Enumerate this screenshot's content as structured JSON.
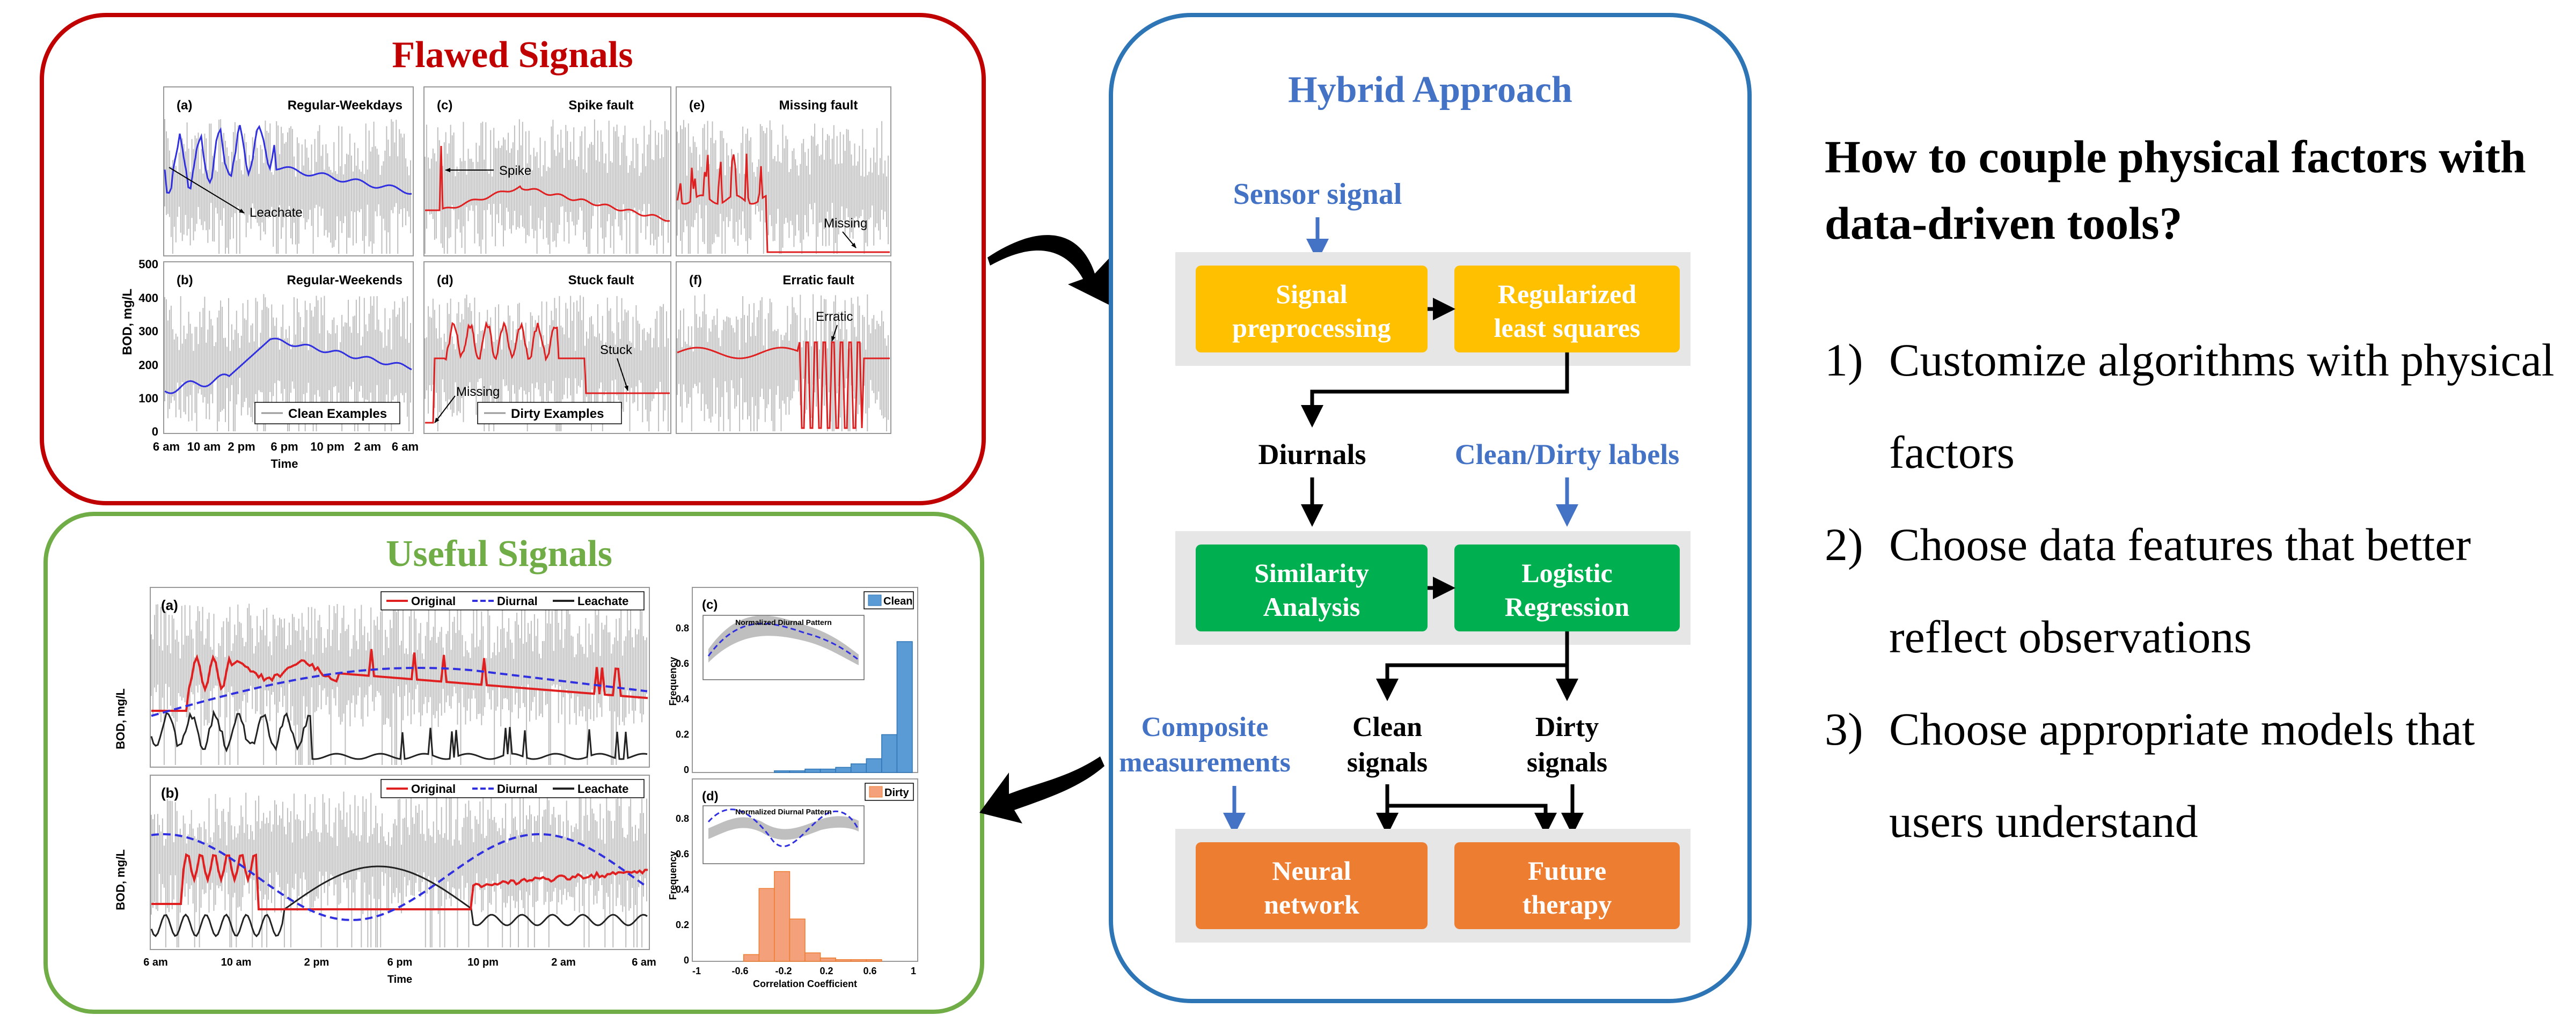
{
  "panels": {
    "flawed": {
      "title": "Flawed Signals",
      "subplots": {
        "a": {
          "tag": "(a)",
          "title": "Regular-Weekdays",
          "annotation": "Leachate"
        },
        "b": {
          "tag": "(b)",
          "title": "Regular-Weekends"
        },
        "c": {
          "tag": "(c)",
          "title": "Spike fault",
          "annotation": "Spike"
        },
        "d": {
          "tag": "(d)",
          "title": "Stuck fault",
          "annotations": [
            "Stuck",
            "Missing"
          ]
        },
        "e": {
          "tag": "(e)",
          "title": "Missing fault",
          "annotation": "Missing"
        },
        "f": {
          "tag": "(f)",
          "title": "Erratic fault",
          "annotation": "Erratic"
        }
      },
      "legend_clean": "Clean Examples",
      "legend_dirty": "Dirty Examples",
      "ylabel": "BOD, mg/L",
      "xlabel": "Time",
      "yticks": [
        "500",
        "400",
        "300",
        "200",
        "100",
        "0"
      ],
      "xticks": [
        "6 am",
        "10 am",
        "2 pm",
        "6 pm",
        "10 pm",
        "2 am",
        "6 am"
      ]
    },
    "useful": {
      "title": "Useful Signals",
      "subplot_a": {
        "tag": "(a)",
        "legend": [
          "Original",
          "Diurnal",
          "Leachate"
        ]
      },
      "subplot_b": {
        "tag": "(b)",
        "legend": [
          "Original",
          "Diurnal",
          "Leachate"
        ]
      },
      "ylabel": "BOD, mg/L",
      "xlabel": "Time",
      "xticks": [
        "6 am",
        "10 am",
        "2 pm",
        "6 pm",
        "10 pm",
        "2 am",
        "6 am"
      ],
      "hist_c": {
        "tag": "(c)",
        "legend": "Clean",
        "inset_title": "Normalized Diurnal Pattern",
        "yticks": [
          "0.8",
          "0.6",
          "0.4",
          "0.2",
          "0"
        ],
        "ylabel": "Frequency",
        "values": [
          0,
          0,
          0,
          0,
          0,
          0.01,
          0.01,
          0.02,
          0.02,
          0.03,
          0.05,
          0.08,
          0.22,
          0.76
        ]
      },
      "hist_d": {
        "tag": "(d)",
        "legend": "Dirty",
        "inset_title": "Normalized Diurnal Pattern",
        "yticks": [
          "0.8",
          "0.6",
          "0.4",
          "0.2",
          "0"
        ],
        "ylabel": "Frequency",
        "values": [
          0,
          0,
          0,
          0.04,
          0.43,
          0.53,
          0.25,
          0.05,
          0.02,
          0.01,
          0.01,
          0.01,
          0,
          0
        ],
        "xticks": [
          "-1",
          "-0.6",
          "-0.2",
          "0.2",
          "0.6",
          "1"
        ],
        "xlabel": "Correlation Coefficient"
      }
    },
    "hybrid": {
      "title": "Hybrid Approach",
      "sensor_signal": "Sensor signal",
      "signal_preprocessing": [
        "Signal",
        "preprocessing"
      ],
      "regularized_ls": [
        "Regularized",
        "least squares"
      ],
      "diurnals": "Diurnals",
      "clean_dirty_labels": "Clean/Dirty labels",
      "similarity_analysis": [
        "Similarity",
        "Analysis"
      ],
      "logistic_regression": [
        "Logistic",
        "Regression"
      ],
      "composite_measurements": [
        "Composite",
        "measurements"
      ],
      "clean_signals": [
        "Clean",
        "signals"
      ],
      "dirty_signals": [
        "Dirty",
        "signals"
      ],
      "neural_network": [
        "Neural",
        "network"
      ],
      "future_therapy": [
        "Future",
        "therapy"
      ]
    }
  },
  "question": "How to couple physical factors with data-driven tools?",
  "steps": [
    {
      "num": "1)",
      "text": "Customize algorithms with physical factors"
    },
    {
      "num": "2)",
      "text": "Choose data features that better reflect observations"
    },
    {
      "num": "3)",
      "text": "Choose appropriate models that users understand"
    }
  ],
  "colors": {
    "red_frame": "#c00000",
    "blue_frame": "#2e75b6",
    "green_frame": "#70ad47",
    "yellow_box": "#ffc000",
    "green_box": "#00b050",
    "orange_box": "#ed7d31",
    "blue_text": "#4472c4",
    "noise_gray": "#bfbfbf",
    "diurnal_blue": "#3030e0",
    "fault_red": "#e02020",
    "clean_bar": "#5b9bd5",
    "dirty_bar": "#f4a07a"
  }
}
